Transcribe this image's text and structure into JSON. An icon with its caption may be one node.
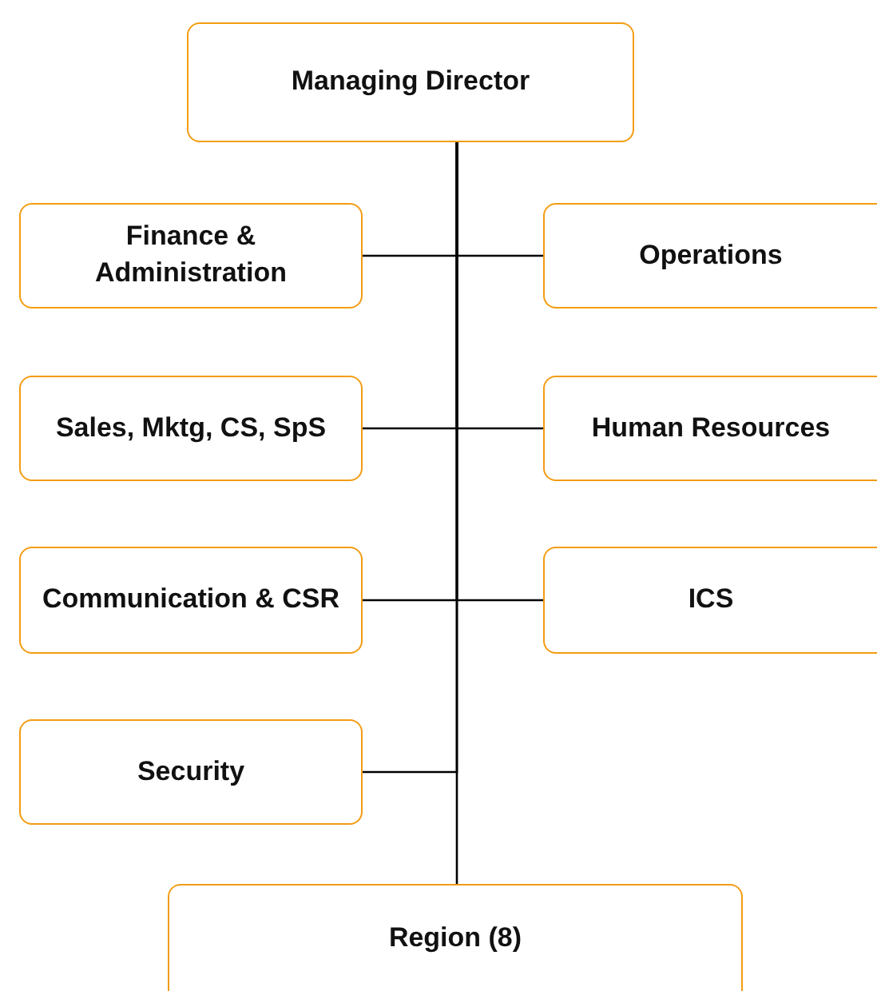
{
  "diagram": {
    "nodes": [
      {
        "text": [
          "Managing Director"
        ]
      },
      {
        "text": [
          "Finance & Administration"
        ]
      },
      {
        "text": [
          "Operations"
        ]
      },
      {
        "text": [
          "Sales, Mktg, CS, SpS"
        ]
      },
      {
        "text": [
          "Human Resources"
        ]
      },
      {
        "text": [
          "Communication & CSR"
        ]
      },
      {
        "text": [
          "ICS"
        ]
      },
      {
        "text": [
          "Security"
        ]
      },
      {
        "text": [
          "Region (8)"
        ]
      }
    ],
    "edges": [
      {
        "from": 0,
        "to": 1,
        "arrow": "none"
      },
      {
        "from": 0,
        "to": 2,
        "arrow": "none"
      },
      {
        "from": 0,
        "to": 3,
        "arrow": "none"
      },
      {
        "from": 0,
        "to": 4,
        "arrow": "none"
      },
      {
        "from": 0,
        "to": 5,
        "arrow": "none"
      },
      {
        "from": 0,
        "to": 6,
        "arrow": "none"
      },
      {
        "from": 0,
        "to": 7,
        "arrow": "none"
      },
      {
        "from": 0,
        "to": 8,
        "arrow": "none"
      }
    ]
  }
}
